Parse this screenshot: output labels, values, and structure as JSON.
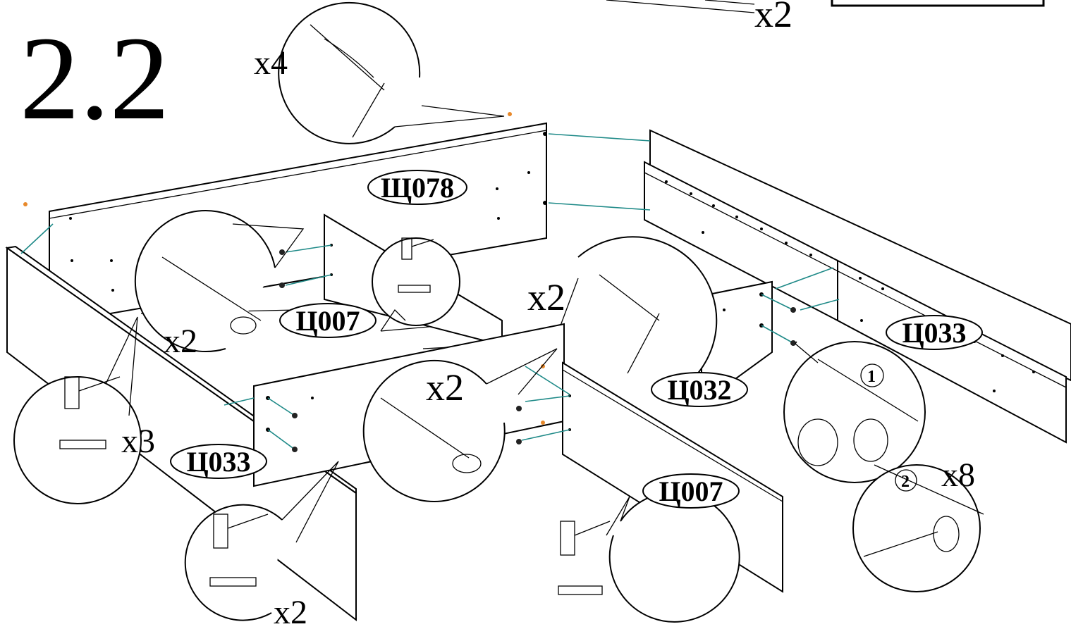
{
  "step_number": "2.2",
  "quantities": {
    "top_right_x2": "x2",
    "cam_key_x4": "x4",
    "dowel_left_x2": "x2",
    "cam_key_mid_x2": "x2",
    "dowel_mid_x2": "x2",
    "hammer_left_x3": "x3",
    "hammer_bottom_x2": "x2",
    "cam_lock_x8": "x8"
  },
  "parts": {
    "panel_top": "Щ078",
    "divider_left": "Ц007",
    "divider_right": "Ц007",
    "front_rail": "Ц032",
    "side_left": "Ц033",
    "side_right": "Ц033"
  },
  "detail_steps": {
    "one": "1",
    "two": "2"
  },
  "colors": {
    "line": "#000000",
    "guide": "#1f8a88",
    "screw": "#e8892b"
  }
}
